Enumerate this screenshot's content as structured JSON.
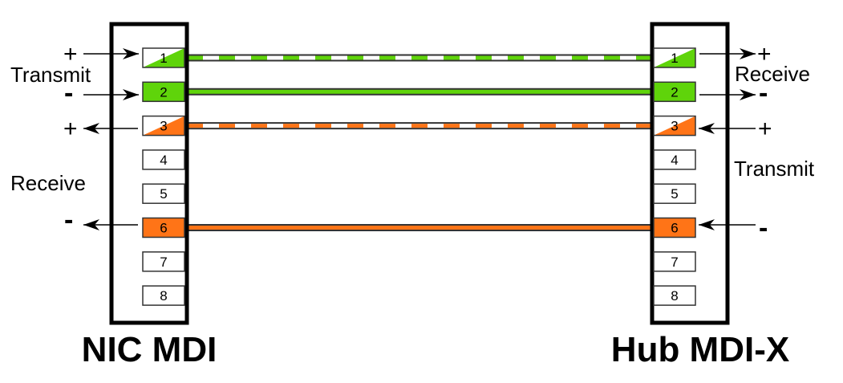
{
  "colors": {
    "green": "#5fd40a",
    "orange": "#ff7417",
    "wire_outline": "#333333"
  },
  "left": {
    "title": "NIC MDI",
    "transmit_label": "Transmit",
    "receive_label": "Receive",
    "signs": {
      "pin1": "+",
      "pin2": "-",
      "pin3": "+",
      "pin6": "-"
    }
  },
  "right": {
    "title": "Hub MDI-X",
    "receive_label": "Receive",
    "transmit_label": "Transmit",
    "signs": {
      "pin1": "+",
      "pin2": "-",
      "pin3": "+",
      "pin6": "-"
    }
  },
  "pins": [
    {
      "label": "1",
      "style": "half",
      "color": "green"
    },
    {
      "label": "2",
      "style": "solid",
      "color": "green"
    },
    {
      "label": "3",
      "style": "half",
      "color": "orange"
    },
    {
      "label": "4",
      "style": "none",
      "color": ""
    },
    {
      "label": "5",
      "style": "none",
      "color": ""
    },
    {
      "label": "6",
      "style": "solid",
      "color": "orange"
    },
    {
      "label": "7",
      "style": "none",
      "color": ""
    },
    {
      "label": "8",
      "style": "none",
      "color": ""
    }
  ],
  "wires": [
    {
      "pin": 1,
      "color": "green",
      "striped": true
    },
    {
      "pin": 2,
      "color": "green",
      "striped": false
    },
    {
      "pin": 3,
      "color": "orange",
      "striped": true
    },
    {
      "pin": 6,
      "color": "orange",
      "striped": false
    }
  ]
}
